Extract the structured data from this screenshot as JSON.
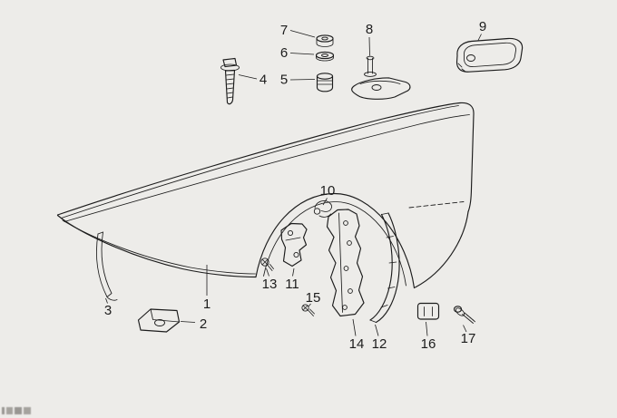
{
  "diagram": {
    "background": "#edece9",
    "ink": "#1c1c1c",
    "type": "exploded-parts-diagram",
    "subject": "front fender with mounting hardware"
  },
  "labels": [
    {
      "text": "1",
      "part": "front-fender"
    },
    {
      "text": "2",
      "part": "bracket"
    },
    {
      "text": "3",
      "part": "trim-strip"
    },
    {
      "text": "4",
      "part": "tapping-screw"
    },
    {
      "text": "5",
      "part": "grommet"
    },
    {
      "text": "6",
      "part": "washer"
    },
    {
      "text": "7",
      "part": "nut"
    },
    {
      "text": "8",
      "part": "bracket-with-stud"
    },
    {
      "text": "9",
      "part": "cover"
    },
    {
      "text": "10",
      "part": "clip"
    },
    {
      "text": "11",
      "part": "mounting-plate"
    },
    {
      "text": "12",
      "part": "gasket-strip"
    },
    {
      "text": "13",
      "part": "screw"
    },
    {
      "text": "14",
      "part": "splash-panel"
    },
    {
      "text": "15",
      "part": "screw"
    },
    {
      "text": "16",
      "part": "clip"
    },
    {
      "text": "17",
      "part": "screw"
    }
  ]
}
